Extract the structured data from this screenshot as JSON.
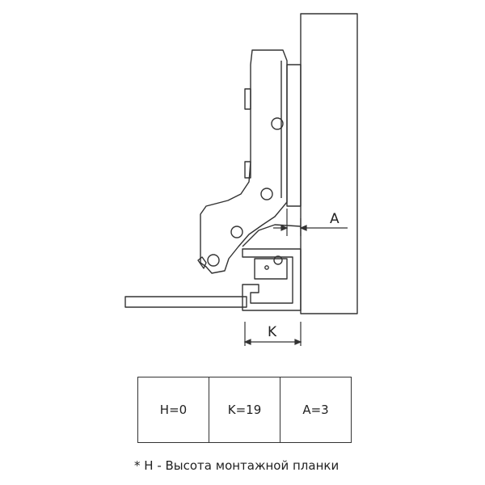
{
  "dimensions": {
    "a_label": "A",
    "k_label": "K"
  },
  "table": {
    "cells": [
      "H=0",
      "K=19",
      "A=3"
    ]
  },
  "footnote": "* H - Высота монтажной планки"
}
